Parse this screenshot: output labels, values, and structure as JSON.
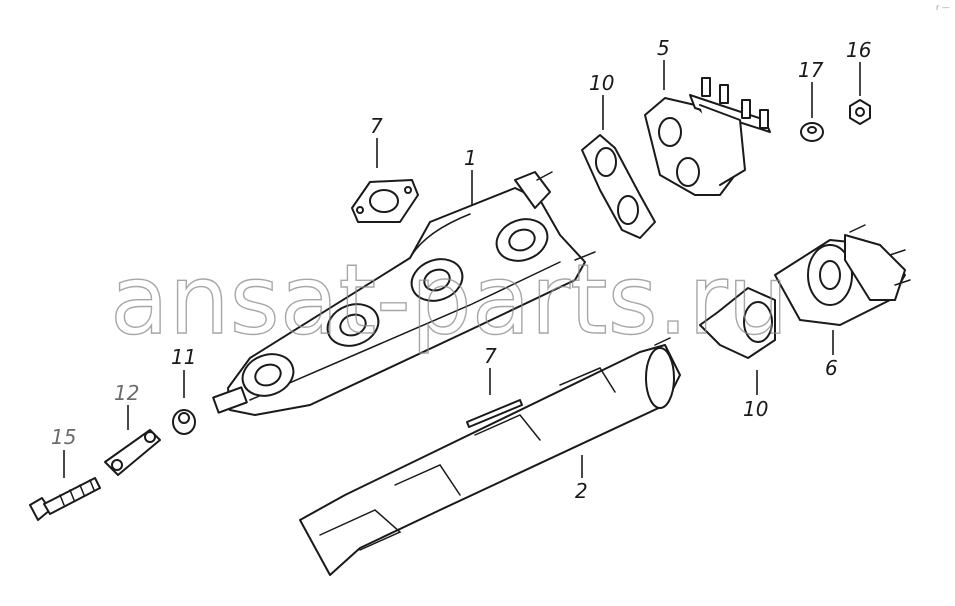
{
  "watermark": "ansat-parts.ru",
  "corner_mark": "r —",
  "callouts": [
    {
      "id": "c1",
      "label": "1"
    },
    {
      "id": "c2",
      "label": "2"
    },
    {
      "id": "c5",
      "label": "5"
    },
    {
      "id": "c6",
      "label": "6"
    },
    {
      "id": "c7a",
      "label": "7"
    },
    {
      "id": "c7b",
      "label": "7"
    },
    {
      "id": "c10a",
      "label": "10"
    },
    {
      "id": "c10b",
      "label": "10"
    },
    {
      "id": "c11",
      "label": "11"
    },
    {
      "id": "c12",
      "label": "12"
    },
    {
      "id": "c15",
      "label": "15"
    },
    {
      "id": "c16",
      "label": "16"
    },
    {
      "id": "c17",
      "label": "17"
    }
  ]
}
